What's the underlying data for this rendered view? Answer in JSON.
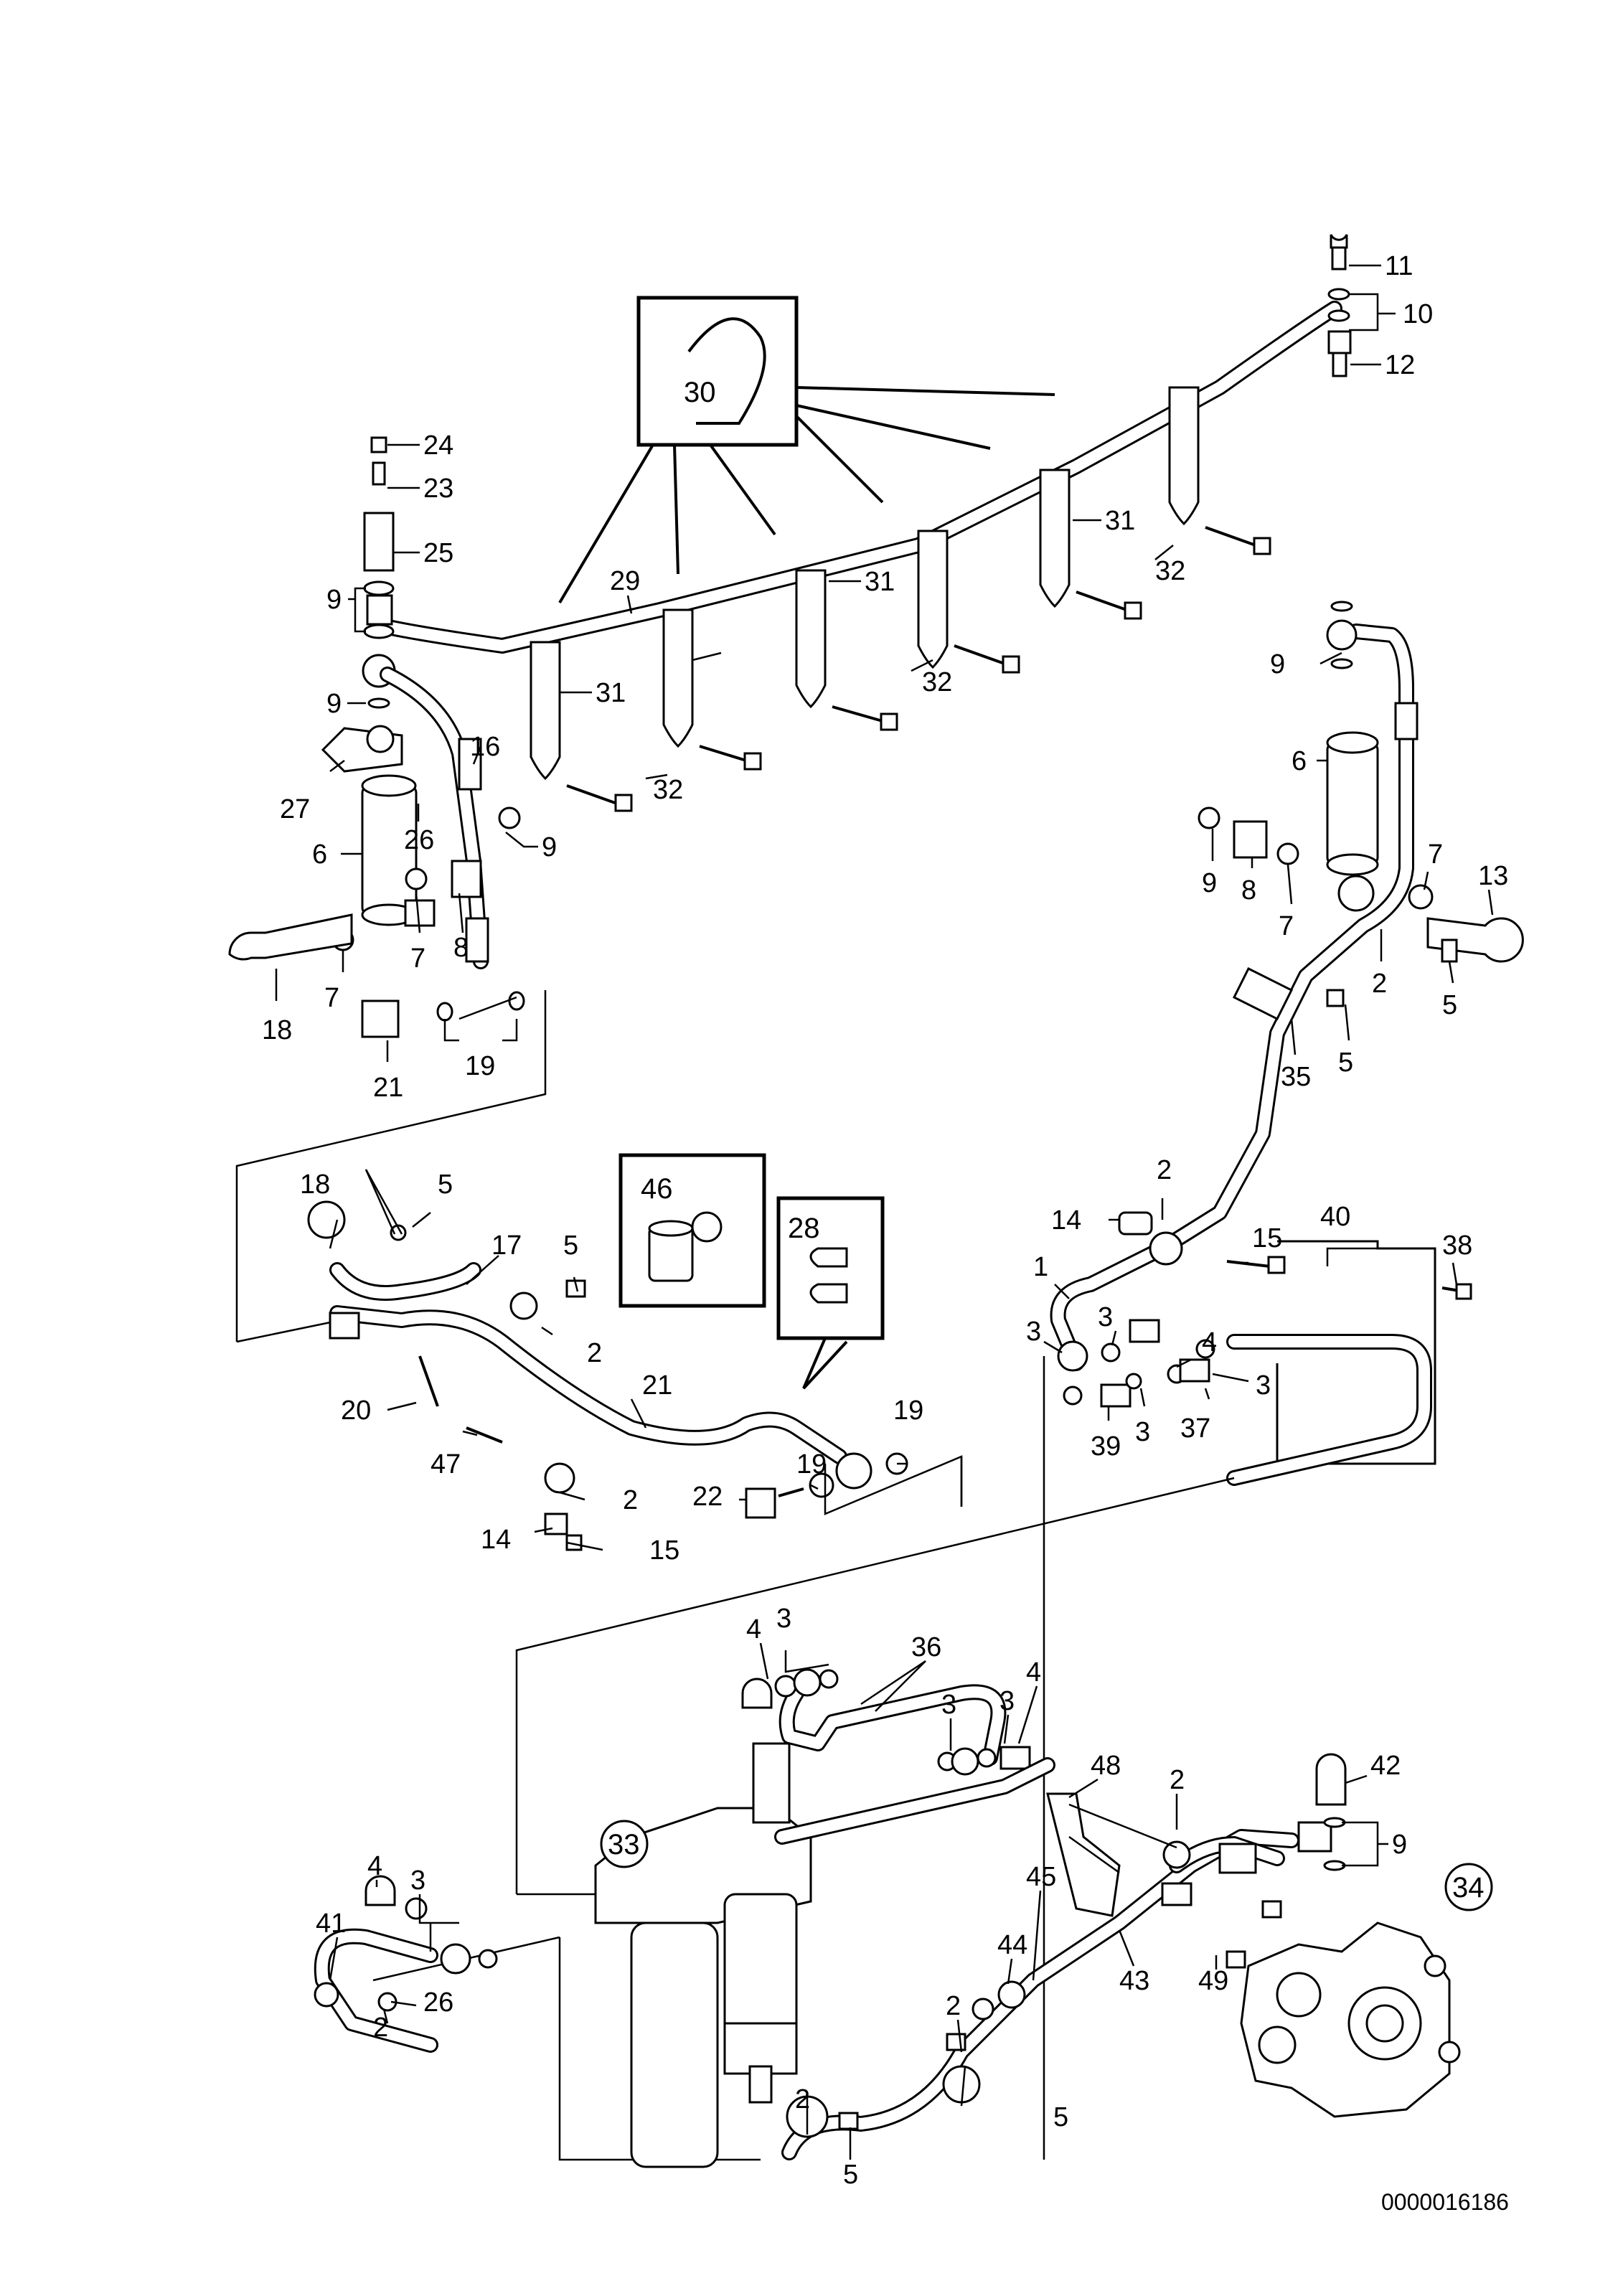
{
  "document_number": "0000016186",
  "inset_labels": [
    "30",
    "46",
    "28"
  ],
  "circled_labels": [
    "33",
    "34"
  ],
  "callouts": [
    {
      "id": "c11",
      "text": "11"
    },
    {
      "id": "c10",
      "text": "10"
    },
    {
      "id": "c12",
      "text": "12"
    },
    {
      "id": "c24",
      "text": "24"
    },
    {
      "id": "c23",
      "text": "23"
    },
    {
      "id": "c25",
      "text": "25"
    },
    {
      "id": "c9a",
      "text": "9"
    },
    {
      "id": "c9b",
      "text": "9"
    },
    {
      "id": "c29",
      "text": "29"
    },
    {
      "id": "c31a",
      "text": "31"
    },
    {
      "id": "c31b",
      "text": "31"
    },
    {
      "id": "c31c",
      "text": "31"
    },
    {
      "id": "c32a",
      "text": "32"
    },
    {
      "id": "c32b",
      "text": "32"
    },
    {
      "id": "c32c",
      "text": "32"
    },
    {
      "id": "c16",
      "text": "16"
    },
    {
      "id": "c27",
      "text": "27"
    },
    {
      "id": "c26a",
      "text": "26"
    },
    {
      "id": "c6a",
      "text": "6"
    },
    {
      "id": "c9c",
      "text": "9"
    },
    {
      "id": "c8a",
      "text": "8"
    },
    {
      "id": "c7a",
      "text": "7"
    },
    {
      "id": "c7b",
      "text": "7"
    },
    {
      "id": "c18a",
      "text": "18"
    },
    {
      "id": "c21a",
      "text": "21"
    },
    {
      "id": "c19a",
      "text": "19"
    },
    {
      "id": "c9d",
      "text": "9"
    },
    {
      "id": "c6b",
      "text": "6"
    },
    {
      "id": "c9e",
      "text": "9"
    },
    {
      "id": "c8b",
      "text": "8"
    },
    {
      "id": "c7c",
      "text": "7"
    },
    {
      "id": "c7d",
      "text": "7"
    },
    {
      "id": "c13",
      "text": "13"
    },
    {
      "id": "c2a",
      "text": "2"
    },
    {
      "id": "c5a",
      "text": "5"
    },
    {
      "id": "c35",
      "text": "35"
    },
    {
      "id": "c5b",
      "text": "5"
    },
    {
      "id": "c18b",
      "text": "18"
    },
    {
      "id": "c5c",
      "text": "5"
    },
    {
      "id": "c17",
      "text": "17"
    },
    {
      "id": "c5d",
      "text": "5"
    },
    {
      "id": "c2b",
      "text": "2"
    },
    {
      "id": "c20",
      "text": "20"
    },
    {
      "id": "c21b",
      "text": "21"
    },
    {
      "id": "c47",
      "text": "47"
    },
    {
      "id": "c2c",
      "text": "2"
    },
    {
      "id": "c14a",
      "text": "14"
    },
    {
      "id": "c15a",
      "text": "15"
    },
    {
      "id": "c22",
      "text": "22"
    },
    {
      "id": "c19b",
      "text": "19"
    },
    {
      "id": "c19c",
      "text": "19"
    },
    {
      "id": "c2d",
      "text": "2"
    },
    {
      "id": "c14b",
      "text": "14"
    },
    {
      "id": "c15b",
      "text": "15"
    },
    {
      "id": "c40",
      "text": "40"
    },
    {
      "id": "c38",
      "text": "38"
    },
    {
      "id": "c1",
      "text": "1"
    },
    {
      "id": "c3a",
      "text": "3"
    },
    {
      "id": "c3b",
      "text": "3"
    },
    {
      "id": "c4a",
      "text": "4"
    },
    {
      "id": "c3c",
      "text": "3"
    },
    {
      "id": "c39",
      "text": "39"
    },
    {
      "id": "c3d",
      "text": "3"
    },
    {
      "id": "c37",
      "text": "37"
    },
    {
      "id": "c4b",
      "text": "4"
    },
    {
      "id": "c3e",
      "text": "3"
    },
    {
      "id": "c36",
      "text": "36"
    },
    {
      "id": "c4c",
      "text": "4"
    },
    {
      "id": "c3f",
      "text": "3"
    },
    {
      "id": "c3g",
      "text": "3"
    },
    {
      "id": "c48",
      "text": "48"
    },
    {
      "id": "c2e",
      "text": "2"
    },
    {
      "id": "c42",
      "text": "42"
    },
    {
      "id": "c9f",
      "text": "9"
    },
    {
      "id": "c4d",
      "text": "4"
    },
    {
      "id": "c3h",
      "text": "3"
    },
    {
      "id": "c41",
      "text": "41"
    },
    {
      "id": "c26b",
      "text": "26"
    },
    {
      "id": "c2f",
      "text": "2"
    },
    {
      "id": "c45",
      "text": "45"
    },
    {
      "id": "c44",
      "text": "44"
    },
    {
      "id": "c43",
      "text": "43"
    },
    {
      "id": "c49",
      "text": "49"
    },
    {
      "id": "c2g",
      "text": "2"
    },
    {
      "id": "c5e",
      "text": "5"
    },
    {
      "id": "c2h",
      "text": "2"
    },
    {
      "id": "c5f",
      "text": "5"
    }
  ]
}
